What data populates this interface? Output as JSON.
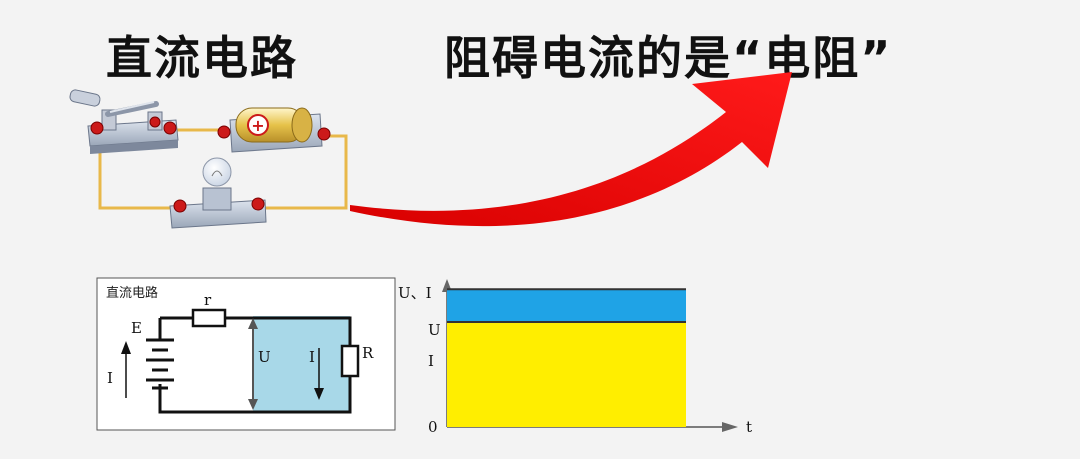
{
  "titles": {
    "left": "直流电路",
    "right": "阻碍电流的是“电阻”"
  },
  "schematic": {
    "box_label": "直流电路",
    "emf_label": "E",
    "internal_r_label": "r",
    "load_r_label": "R",
    "current_left_label": "I",
    "voltage_label": "U",
    "current_inside_label": "I"
  },
  "graph": {
    "y_axis_label": "U、I",
    "x_axis_label": "t",
    "tick_U": "U",
    "tick_I": "I",
    "tick_zero": "0"
  },
  "colors": {
    "arrow_red": "#ee1111",
    "wire_gold": "#e8b84a",
    "schematic_fill": "#a8d8e8",
    "voltage_band": "#1fa3e6",
    "current_band": "#ffee00",
    "terminal_red": "#cc1a1a"
  },
  "chart_data": {
    "type": "area",
    "xlabel": "t",
    "ylabel": "U、I",
    "series": [
      {
        "name": "U",
        "values": [
          0.84,
          0.84
        ]
      },
      {
        "name": "I",
        "values": [
          0.64,
          0.64
        ]
      }
    ],
    "x": [
      0,
      1
    ],
    "ylim": [
      0,
      1
    ],
    "grid": false
  }
}
